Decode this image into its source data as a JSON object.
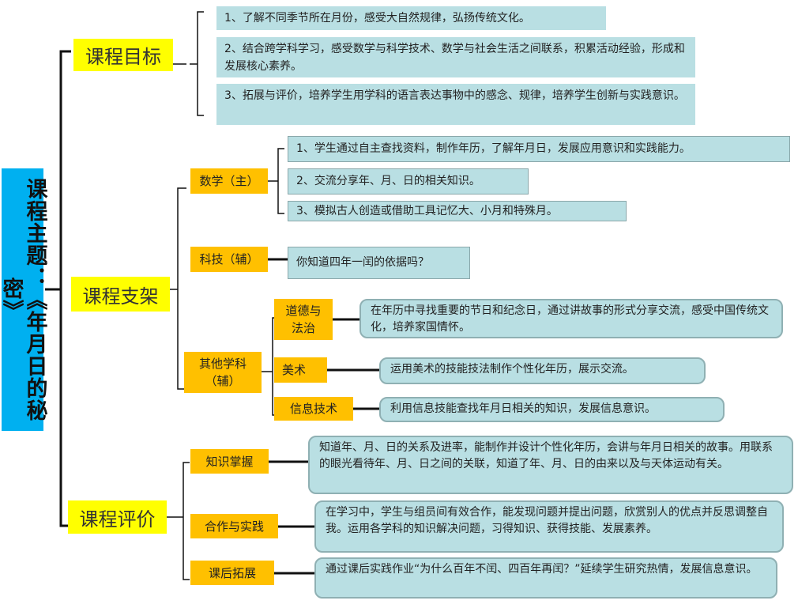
{
  "title": "课程主题：《年月日的秘密》",
  "goals": {
    "label": "课程目标",
    "items": [
      "1、了解不同季节所在月份，感受大自然规律，弘扬传统文化。",
      "2、结合跨学科学习，感受数学与科学技术、数学与社会生活之间联系，积累活动经验，形成和发展核心素养。",
      "3、拓展与评价，培养学生用学科的语言表达事物中的感念、规律，培养学生创新与实践意识。"
    ]
  },
  "framework": {
    "label": "课程支架",
    "math": {
      "label": "数学（主）",
      "items": [
        "1、学生通过自主查找资料，制作年历，了解年月日，发展应用意识和实践能力。",
        "2、交流分享年、月、日的相关知识。",
        "3、模拟古人创造或借助工具记忆大、小月和特殊月。"
      ]
    },
    "tech": {
      "label": "科技（辅）",
      "item": "你知道四年一闰的依据吗？"
    },
    "other": {
      "label": "其他学科（辅）",
      "subjects": [
        {
          "label": "道德与法治",
          "item": "在年历中寻找重要的节日和纪念日，通过讲故事的形式分享交流，感受中国传统文化，培养家国情怀。"
        },
        {
          "label": "美术",
          "item": "运用美术的技能技法制作个性化年历，展示交流。"
        },
        {
          "label": "信息技术",
          "item": "利用信息技能查找年月日相关的知识，发展信息意识。"
        }
      ]
    }
  },
  "evaluation": {
    "label": "课程评价",
    "items": [
      {
        "label": "知识掌握",
        "item": "知道年、月、日的关系及进率，能制作并设计个性化年历，会讲与年月日相关的故事。用联系的眼光看待年、月、日之间的关联，知道了年、月、日的由来以及与天体运动有关。"
      },
      {
        "label": "合作与实践",
        "item": "在学习中，学生与组员间有效合作，能发现问题并提出问题，欣赏别人的优点并反思调整自我。运用各学科的知识解决问题，习得知识、获得技能、发展素养。"
      },
      {
        "label": "课后拓展",
        "item": "通过课后实践作业“为什么百年不闰、四百年再闰？”延续学生研究热情，发展信息意识。"
      }
    ]
  }
}
